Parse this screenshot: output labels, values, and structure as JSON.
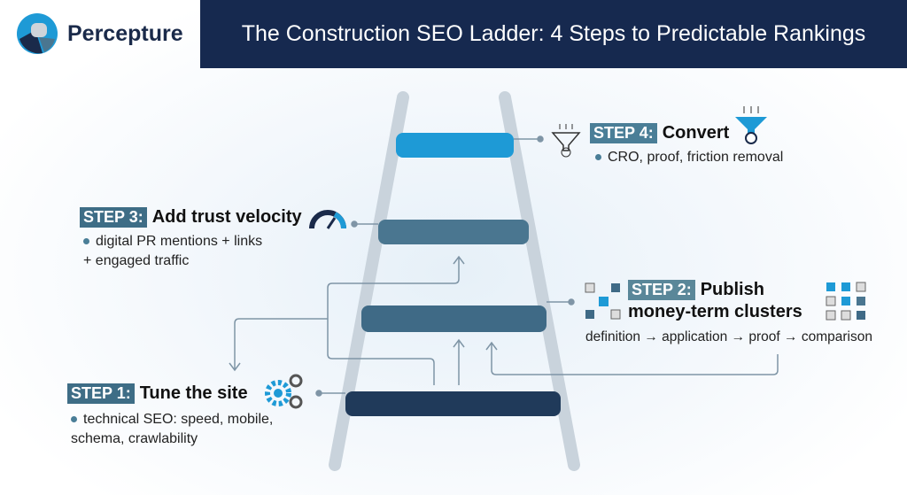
{
  "brand": {
    "name": "Percepture"
  },
  "title": "The Construction SEO Ladder: 4 Steps to Predictable Rankings",
  "steps": [
    {
      "badge": "STEP 1:",
      "title": "Tune the site",
      "details": [
        "technical SEO: speed, mobile,",
        "schema, crawlability"
      ]
    },
    {
      "badge": "STEP 2:",
      "title": "Publish",
      "title2": "money-term clusters",
      "details": [
        "definition → application → proof → comparison"
      ]
    },
    {
      "badge": "STEP 3:",
      "title": "Add trust velocity",
      "details": [
        "digital PR mentions + links",
        "+ engaged traffic"
      ]
    },
    {
      "badge": "STEP 4:",
      "title": "Convert",
      "details": [
        "CRO, proof, friction removal"
      ]
    }
  ],
  "colors": {
    "navy": "#16294f",
    "rung4": "#1e9ad6",
    "rung3": "#4a7690",
    "rung2": "#3f6a86",
    "rung1": "#203a5a"
  }
}
